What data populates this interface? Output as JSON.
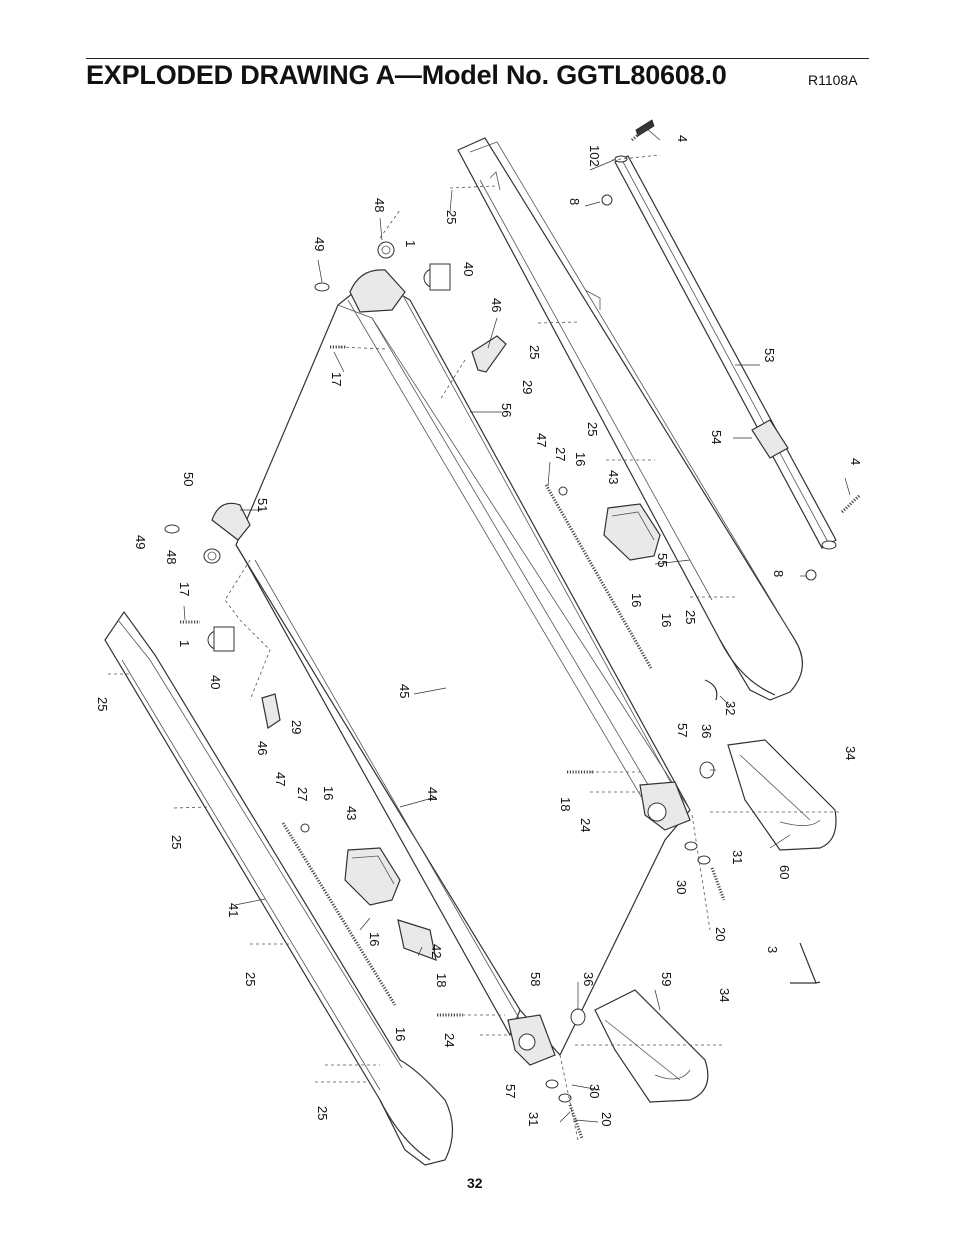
{
  "header": {
    "title": "EXPLODED DRAWING A—Model No. GGTL80608.0",
    "drawing_code": "R1108A"
  },
  "footer": {
    "page_number": "32"
  },
  "callouts": [
    "4",
    "102",
    "8",
    "25",
    "48",
    "49",
    "1",
    "40",
    "46",
    "25",
    "29",
    "17",
    "56",
    "53",
    "54",
    "4",
    "47",
    "27",
    "16",
    "25",
    "43",
    "50",
    "51",
    "49",
    "48",
    "55",
    "17",
    "16",
    "1",
    "40",
    "8",
    "25",
    "16",
    "25",
    "45",
    "32",
    "46",
    "29",
    "57",
    "36",
    "34",
    "47",
    "27",
    "16",
    "18",
    "24",
    "44",
    "43",
    "31",
    "30",
    "60",
    "41",
    "20",
    "16",
    "42",
    "3",
    "25",
    "18",
    "58",
    "36",
    "59",
    "34",
    "16",
    "24",
    "57",
    "30",
    "25",
    "31",
    "20"
  ]
}
